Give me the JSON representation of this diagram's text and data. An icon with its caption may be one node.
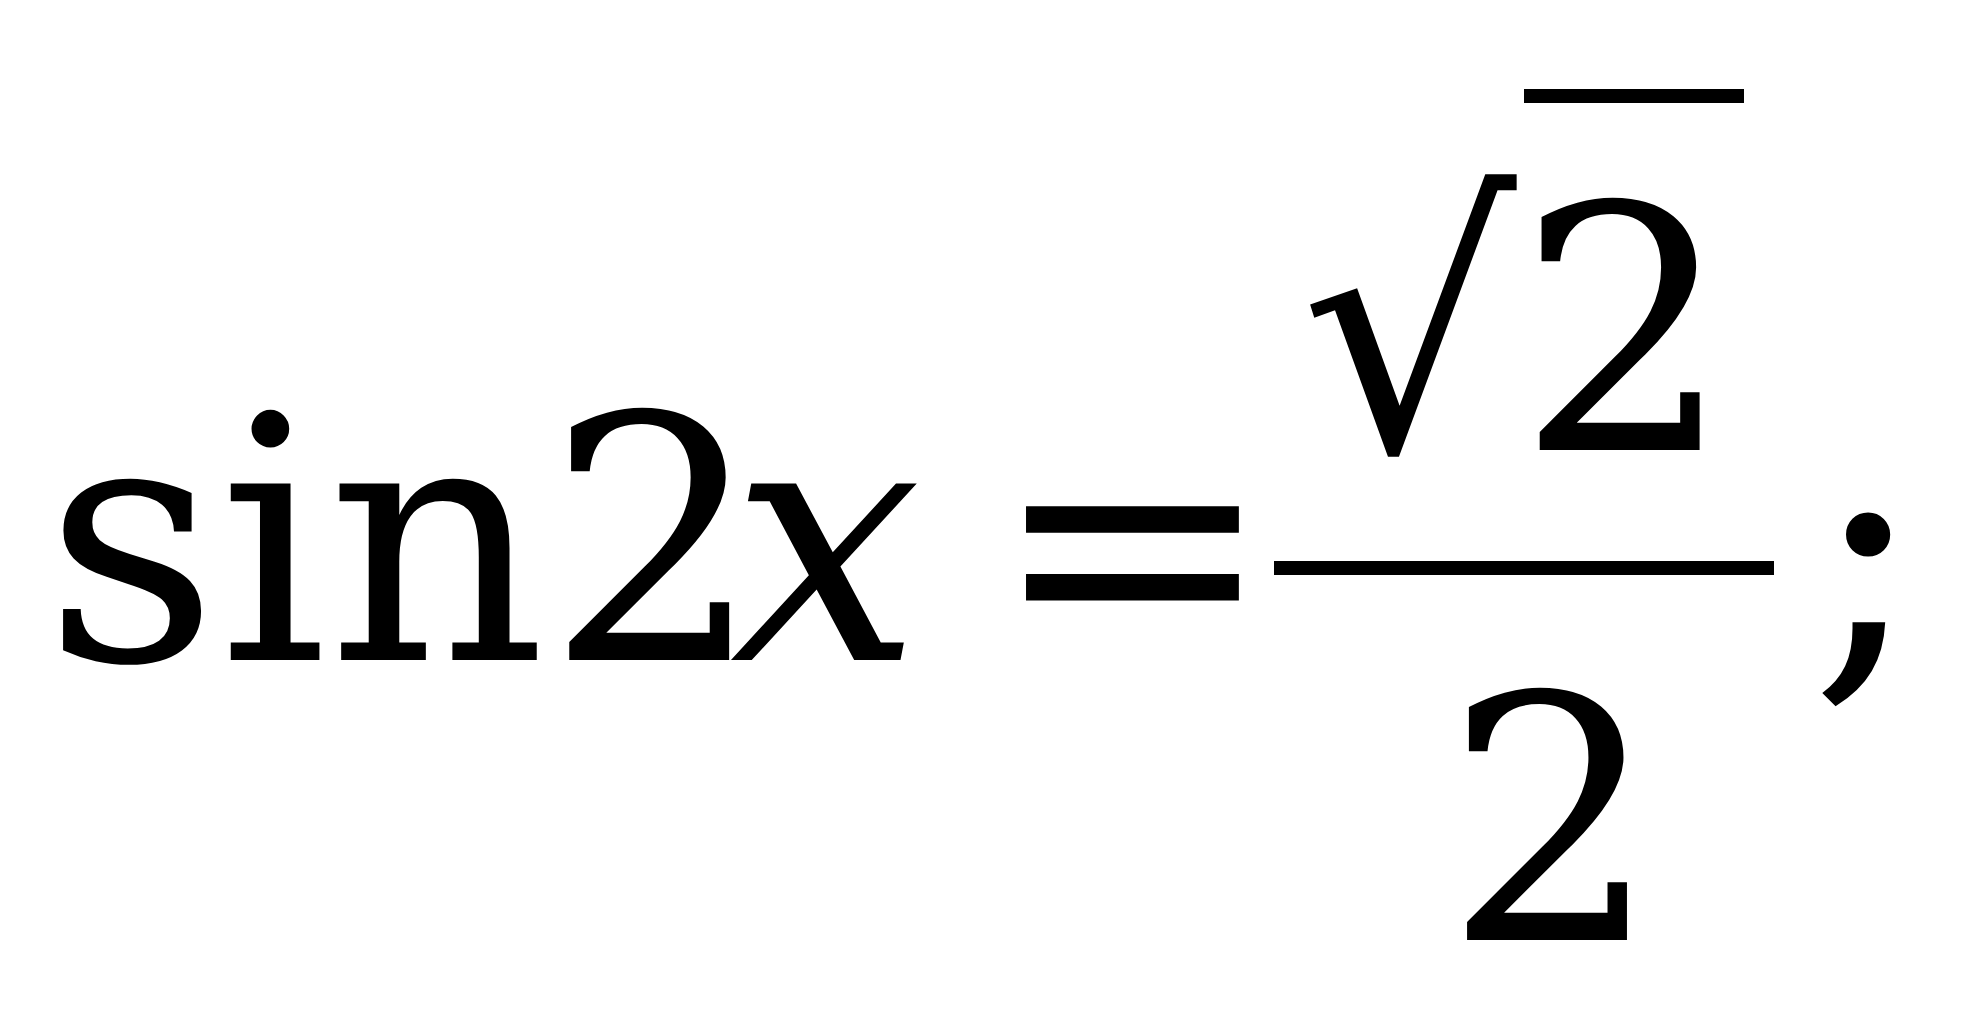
{
  "diagram": {
    "labels": [
      "sin2",
      "x",
      "=",
      "√2",
      "2",
      ";"
    ]
  }
}
